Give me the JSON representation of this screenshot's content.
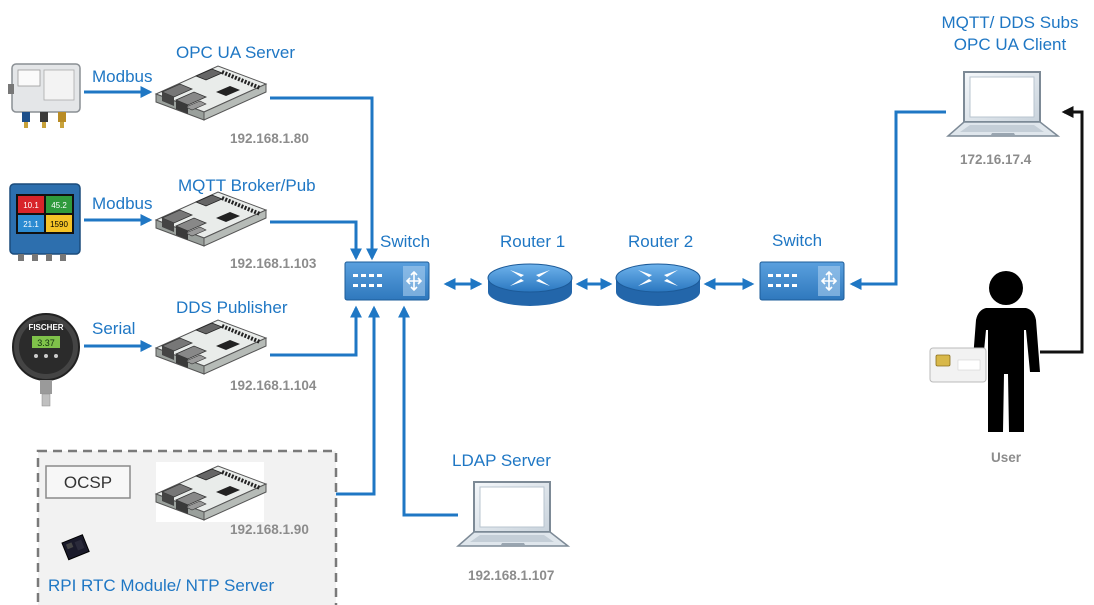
{
  "devices": {
    "opc_server": {
      "label": "OPC UA Server",
      "ip": "192.168.1.80",
      "protocol": "Modbus"
    },
    "mqtt_broker": {
      "label": "MQTT Broker/Pub",
      "ip": "192.168.1.103",
      "protocol": "Modbus"
    },
    "dds_publisher": {
      "label": "DDS Publisher",
      "ip": "192.168.1.104",
      "protocol": "Serial"
    },
    "ocsp": {
      "label": "OCSP",
      "ip": "192.168.1.90"
    },
    "rtc_module": {
      "label": "RPI RTC Module/ NTP Server"
    },
    "ldap": {
      "label": "LDAP Server",
      "ip": "192.168.1.107"
    },
    "switch_left": {
      "label": "Switch"
    },
    "router1": {
      "label": "Router 1"
    },
    "router2": {
      "label": "Router 2"
    },
    "switch_right": {
      "label": "Switch"
    },
    "client": {
      "label_line1": "MQTT/ DDS Subs",
      "label_line2": "OPC UA Client",
      "ip": "172.16.17.4"
    },
    "user": {
      "label": "User"
    }
  },
  "gauge": {
    "brand": "FISCHER",
    "reading": "3.37"
  },
  "display_values": [
    "10.1",
    "45.2",
    "21.1",
    "1590"
  ],
  "colors": {
    "link": "#1f77c4",
    "ip_text": "#8c8c8c",
    "router": "#3a8fd6",
    "switch": "#3b86cc"
  }
}
